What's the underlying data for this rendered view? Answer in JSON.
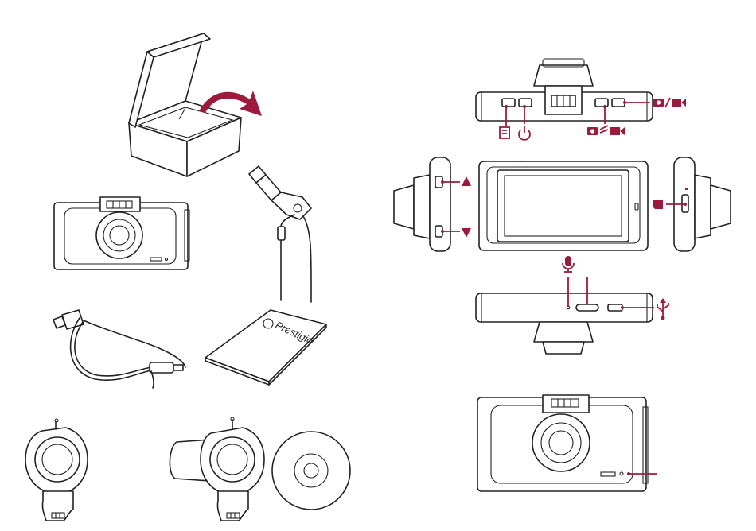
{
  "manual": {
    "brand_logo_text": "Prestigio",
    "colors": {
      "accent": "#9c1b3d",
      "line": "#222222",
      "background": "#ffffff"
    },
    "package_contents": [
      {
        "id": "gift-box",
        "icon": "open-box-with-arrow"
      },
      {
        "id": "dashcam-front",
        "icon": "dashcam"
      },
      {
        "id": "car-charger",
        "icon": "car-charger-cable"
      },
      {
        "id": "usb-cable",
        "icon": "usb-cable"
      },
      {
        "id": "user-manual",
        "icon": "booklet"
      },
      {
        "id": "suction-mount-small",
        "icon": "mount"
      },
      {
        "id": "suction-mount-large",
        "icon": "mount"
      },
      {
        "id": "cd-disc",
        "icon": "disc"
      }
    ],
    "device_callouts": {
      "top_view": [
        "menu-icon",
        "power-icon",
        "photo-video-switch-icon",
        "photo-video-mode-icon"
      ],
      "side_views": [
        "up-arrow-icon",
        "down-arrow-icon",
        "sd-card-icon"
      ],
      "bottom_view": [
        "microphone-icon",
        "usb-icon"
      ],
      "front_view": [
        "status-led"
      ]
    }
  }
}
